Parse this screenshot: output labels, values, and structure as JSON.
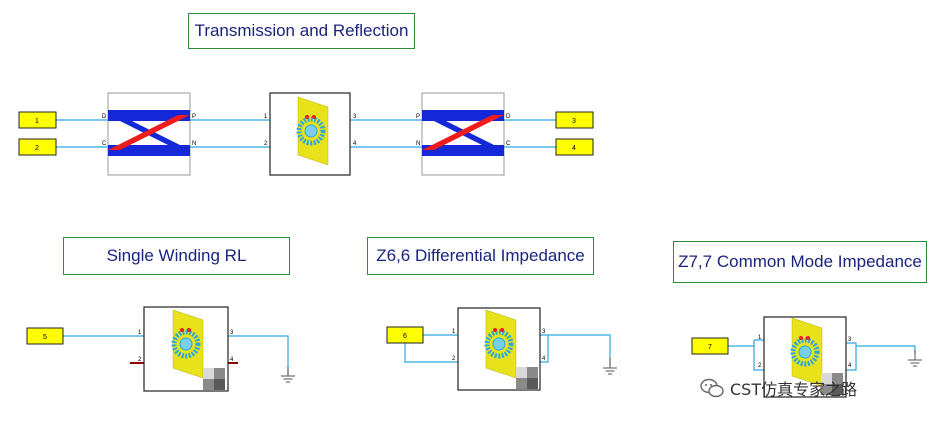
{
  "titles": {
    "transmission": "Transmission and Reflection",
    "single_winding": "Single Winding RL",
    "differential": "Z6,6 Differential Impedance",
    "common_mode": "Z7,7 Common Mode Impedance"
  },
  "ports": {
    "p1": "1",
    "p2": "2",
    "p3": "3",
    "p4": "4",
    "p5": "5",
    "p6": "6",
    "p7": "7"
  },
  "pins": {
    "d": "D",
    "c": "C",
    "p": "P",
    "n": "N",
    "one": "1",
    "two": "2",
    "three": "3",
    "four": "4"
  },
  "watermark": "CST仿真专家之路",
  "colors": {
    "wire": "#2aa9e0",
    "port_fill": "#ffff00",
    "title_border": "#2e8b3a",
    "title_text": "#1a237e",
    "mixer_blue": "#1428d8",
    "mixer_red": "#ee1c1c",
    "coil_yellow": "#e8e21a"
  }
}
